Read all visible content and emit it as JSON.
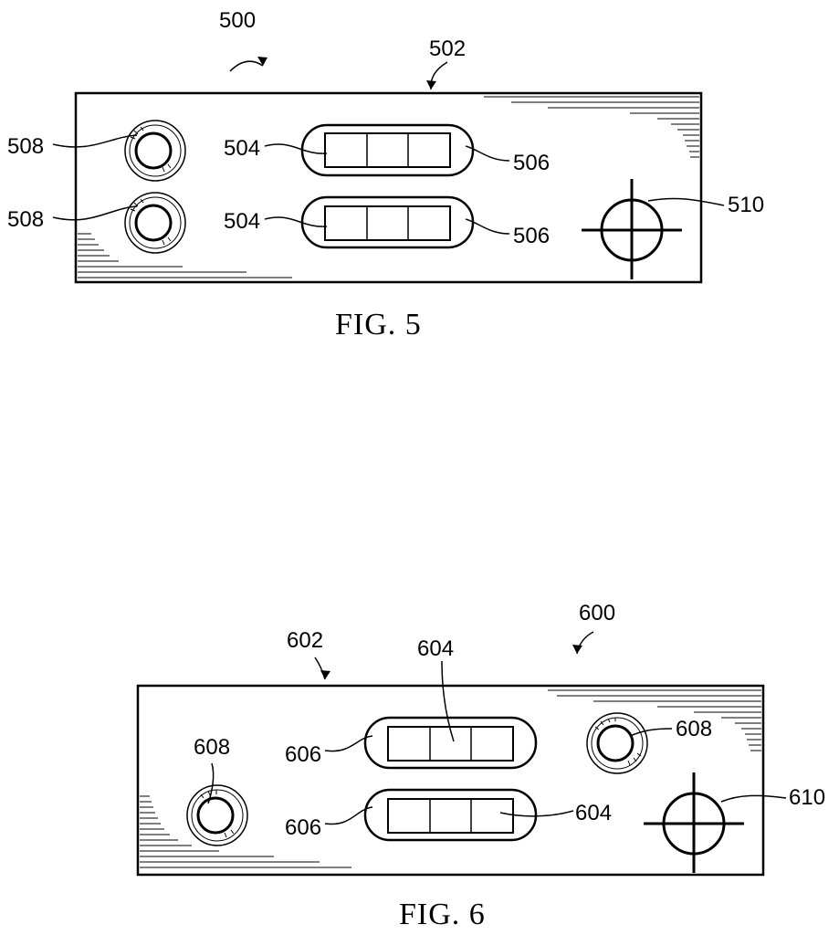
{
  "fig5": {
    "caption": "FIG. 5",
    "ref_assembly": "500",
    "ref_panel": "502",
    "ref_display_top": "504",
    "ref_display_bottom": "504",
    "ref_frame_top": "506",
    "ref_frame_bottom": "506",
    "ref_knob_top": "508",
    "ref_knob_bottom": "508",
    "ref_target": "510"
  },
  "fig6": {
    "caption": "FIG. 6",
    "ref_assembly": "600",
    "ref_panel": "602",
    "ref_display_top": "604",
    "ref_display_bottom": "604",
    "ref_frame_top": "606",
    "ref_frame_bottom": "606",
    "ref_knob_left": "608",
    "ref_knob_right": "608",
    "ref_target": "610"
  }
}
